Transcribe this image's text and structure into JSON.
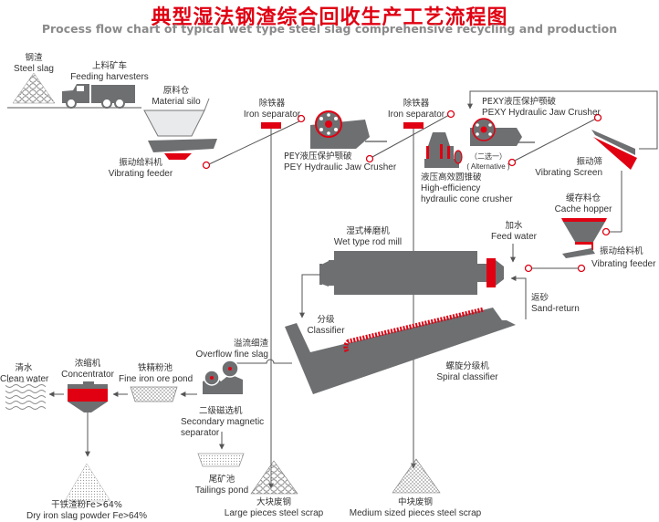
{
  "title": {
    "cn": "典型湿法钢渣综合回收生产工艺流程图",
    "en": "Process flow chart of typical wet type steel slag comprehensive recycling and production"
  },
  "colors": {
    "accent_red": "#e00012",
    "machine_gray": "#6d6f71",
    "line_gray": "#555555",
    "title_gray": "#8a8a8a"
  },
  "equipment": {
    "steel_slag": {
      "cn": "钢渣",
      "en": "Steel slag"
    },
    "feeding_harvesters": {
      "cn": "上料矿车",
      "en": "Feeding harvesters"
    },
    "material_silo": {
      "cn": "原料仓",
      "en": "Material silo"
    },
    "vibrating_feeder_1": {
      "cn": "振动给料机",
      "en": "Vibrating feeder"
    },
    "iron_separator_1": {
      "cn": "除铁器",
      "en": "Iron separator"
    },
    "pey_jaw_crusher": {
      "cn": "PEY液压保护颚破",
      "en": "PEY Hydraulic Jaw Crusher"
    },
    "iron_separator_2": {
      "cn": "除铁器",
      "en": "Iron separator"
    },
    "pexy_jaw_crusher": {
      "cn": "PEXY液压保护颚破",
      "en": "PEXY Hydraulic Jaw Crusher"
    },
    "alternative": {
      "cn": "（二选一）",
      "en": "( Alternative )"
    },
    "cone_crusher": {
      "cn": "液压高效圆锥破",
      "en1": "High-efficiency",
      "en2": "hydraulic cone crusher"
    },
    "vibrating_screen": {
      "cn": "振动筛",
      "en": "Vibrating Screen"
    },
    "cache_hopper": {
      "cn": "缓存料仓",
      "en": "Cache hopper"
    },
    "vibrating_feeder_2": {
      "cn": "振动给料机",
      "en": "Vibrating feeder"
    },
    "rod_mill": {
      "cn": "湿式棒磨机",
      "en": "Wet type rod mill"
    },
    "feed_water": {
      "cn": "加水",
      "en": "Feed water"
    },
    "sand_return": {
      "cn": "返砂",
      "en": "Sand-return"
    },
    "classifier": {
      "cn": "分级",
      "en": "Classifier"
    },
    "spiral_classifier": {
      "cn": "螺旋分级机",
      "en": "Spiral classifier"
    },
    "overflow_fine_slag": {
      "cn": "溢流细渣",
      "en": "Overflow fine slag"
    },
    "secondary_magnetic_separator": {
      "cn": "二级磁选机",
      "en1": "Secondary magnetic",
      "en2": "separator"
    },
    "fine_iron_ore_pond": {
      "cn": "铁精粉池",
      "en": "Fine iron ore pond"
    },
    "concentrator": {
      "cn": "浓缩机",
      "en": "Concentrator"
    },
    "clean_water": {
      "cn": "清水",
      "en": "Clean water"
    },
    "tailings_pond": {
      "cn": "尾矿池",
      "en": "Tailings pond"
    },
    "dry_iron_slag_powder": {
      "cn": "干铁渣粉Fe>64%",
      "en": "Dry iron slag powder Fe>64%"
    },
    "large_steel_scrap": {
      "cn": "大块废钢",
      "en": "Large pieces steel scrap"
    },
    "medium_steel_scrap": {
      "cn": "中块废钢",
      "en": "Medium sized pieces steel scrap"
    }
  }
}
